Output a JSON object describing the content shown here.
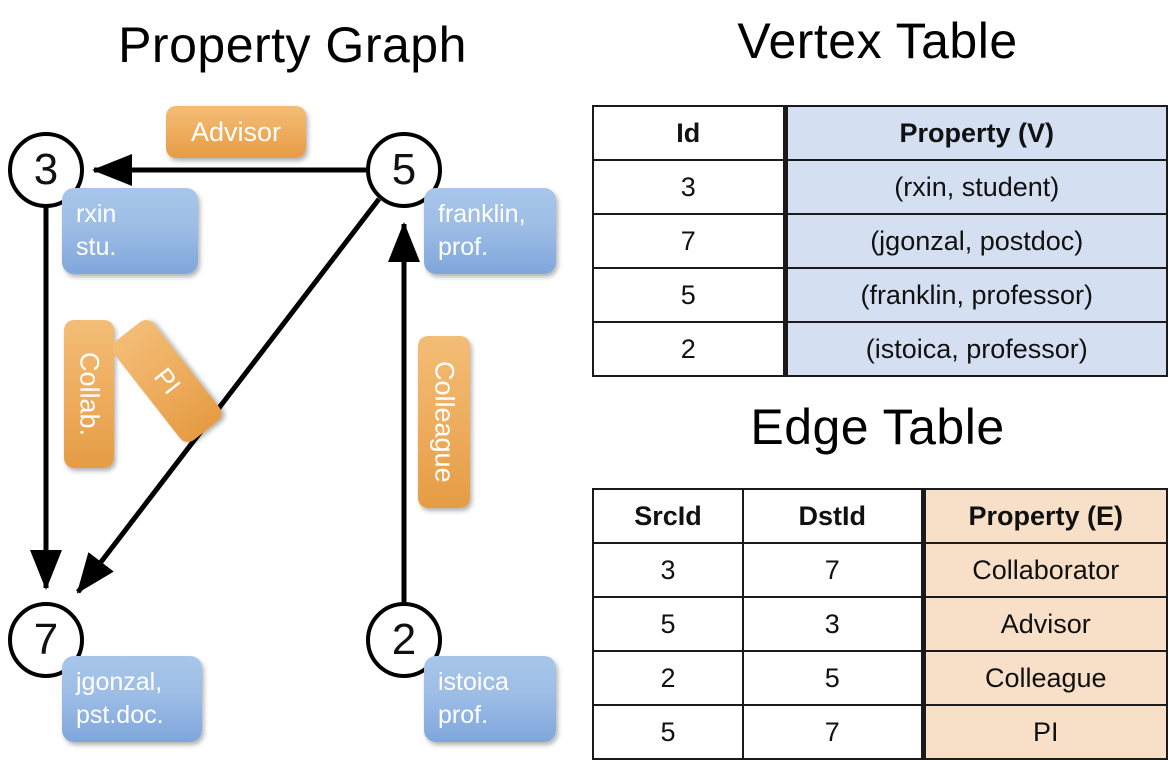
{
  "panels": {
    "graph_title": "Property Graph",
    "vertex_title": "Vertex Table",
    "edge_title": "Edge Table"
  },
  "colors": {
    "vertex_cell_blue": "#d4e0f2",
    "edge_cell_orange": "#f7e0c7",
    "callout_blue": "#9dbde6",
    "edge_label_orange": "#eead5e",
    "stroke": "#000000",
    "background": "#ffffff"
  },
  "graph": {
    "nodes": [
      {
        "id": "3",
        "label": "3",
        "property_lines": [
          "rxin",
          "stu."
        ]
      },
      {
        "id": "5",
        "label": "5",
        "property_lines": [
          "franklin,",
          "prof."
        ]
      },
      {
        "id": "7",
        "label": "7",
        "property_lines": [
          "jgonzal,",
          "pst.doc."
        ]
      },
      {
        "id": "2",
        "label": "2",
        "property_lines": [
          "istoica",
          "prof."
        ]
      }
    ],
    "edge_labels": [
      {
        "name": "advisor",
        "text": "Advisor",
        "orientation": "horizontal"
      },
      {
        "name": "collab",
        "text": "Collab.",
        "orientation": "vertical"
      },
      {
        "name": "pi",
        "text": "PI",
        "orientation": "rotated"
      },
      {
        "name": "colleague",
        "text": "Colleague",
        "orientation": "vertical"
      }
    ],
    "edges": [
      {
        "src": "3",
        "dst": "7",
        "label": "Collab."
      },
      {
        "src": "5",
        "dst": "3",
        "label": "Advisor"
      },
      {
        "src": "2",
        "dst": "5",
        "label": "Colleague"
      },
      {
        "src": "5",
        "dst": "7",
        "label": "PI"
      }
    ]
  },
  "vertex_table": {
    "headers": [
      "Id",
      "Property (V)"
    ],
    "rows": [
      {
        "id": "3",
        "property": "(rxin, student)"
      },
      {
        "id": "7",
        "property": "(jgonzal, postdoc)"
      },
      {
        "id": "5",
        "property": "(franklin, professor)"
      },
      {
        "id": "2",
        "property": "(istoica, professor)"
      }
    ]
  },
  "edge_table": {
    "headers": [
      "SrcId",
      "DstId",
      "Property (E)"
    ],
    "rows": [
      {
        "src": "3",
        "dst": "7",
        "property": "Collaborator"
      },
      {
        "src": "5",
        "dst": "3",
        "property": "Advisor"
      },
      {
        "src": "2",
        "dst": "5",
        "property": "Colleague"
      },
      {
        "src": "5",
        "dst": "7",
        "property": "PI"
      }
    ]
  }
}
